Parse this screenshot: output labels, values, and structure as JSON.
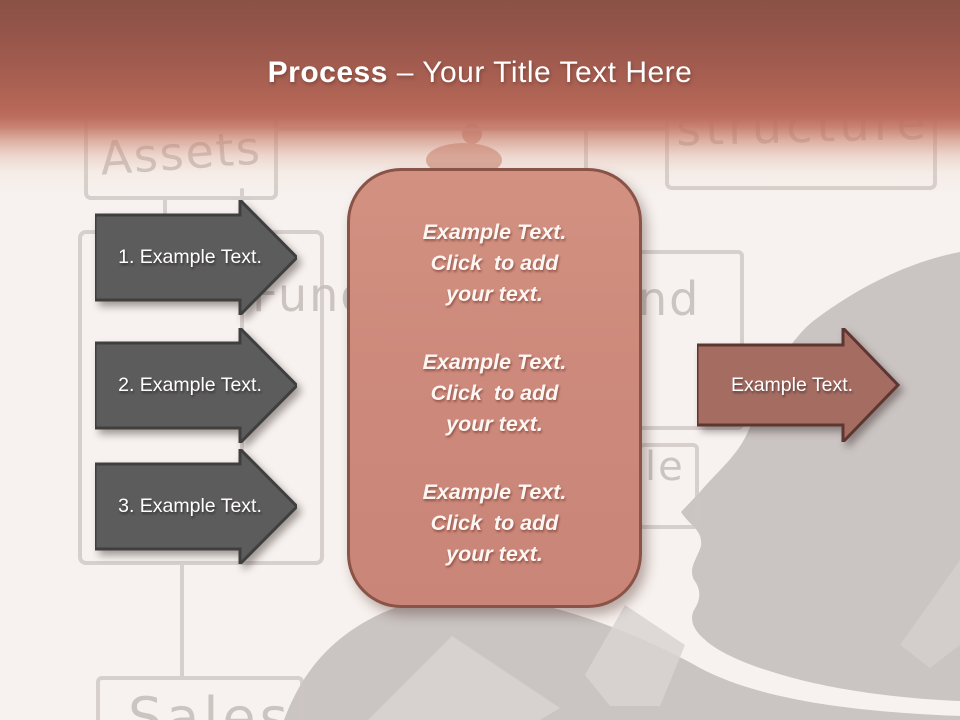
{
  "title": {
    "emphasis": "Process ",
    "rest": "– Your Title Text Here"
  },
  "left_arrows": [
    {
      "label": "1. Example Text."
    },
    {
      "label": "2. Example Text."
    },
    {
      "label": "3. Example Text."
    }
  ],
  "center_box": {
    "paragraphs": [
      {
        "line1": "Example Text.",
        "line2": "Click  to add",
        "line3": "your text."
      },
      {
        "line1": "Example Text.",
        "line2": "Click  to add",
        "line3": "your text."
      },
      {
        "line1": "Example Text.",
        "line2": "Click  to add",
        "line3": "your text."
      }
    ]
  },
  "right_arrow": {
    "label": "Example Text."
  },
  "background_sketch": {
    "words": {
      "assets": "Assets",
      "structure": "structure",
      "fund": "Fund",
      "nd": "nd",
      "le": "le",
      "sales": "Sales"
    }
  },
  "colors": {
    "header_top": "#8a5146",
    "header_mid": "#bd6d5d",
    "background": "#f7f2ef",
    "dark_arrow_fill": "#5c5c5c",
    "dark_arrow_border": "#3f3f3f",
    "accent_arrow_fill": "#a56c62",
    "accent_arrow_border": "#5e3631",
    "center_box_fill": "#cd8a7c",
    "center_box_border": "#8a5347",
    "sketch_stroke": "#cdc6c3",
    "silhouette_gray": "#cac4c2"
  }
}
